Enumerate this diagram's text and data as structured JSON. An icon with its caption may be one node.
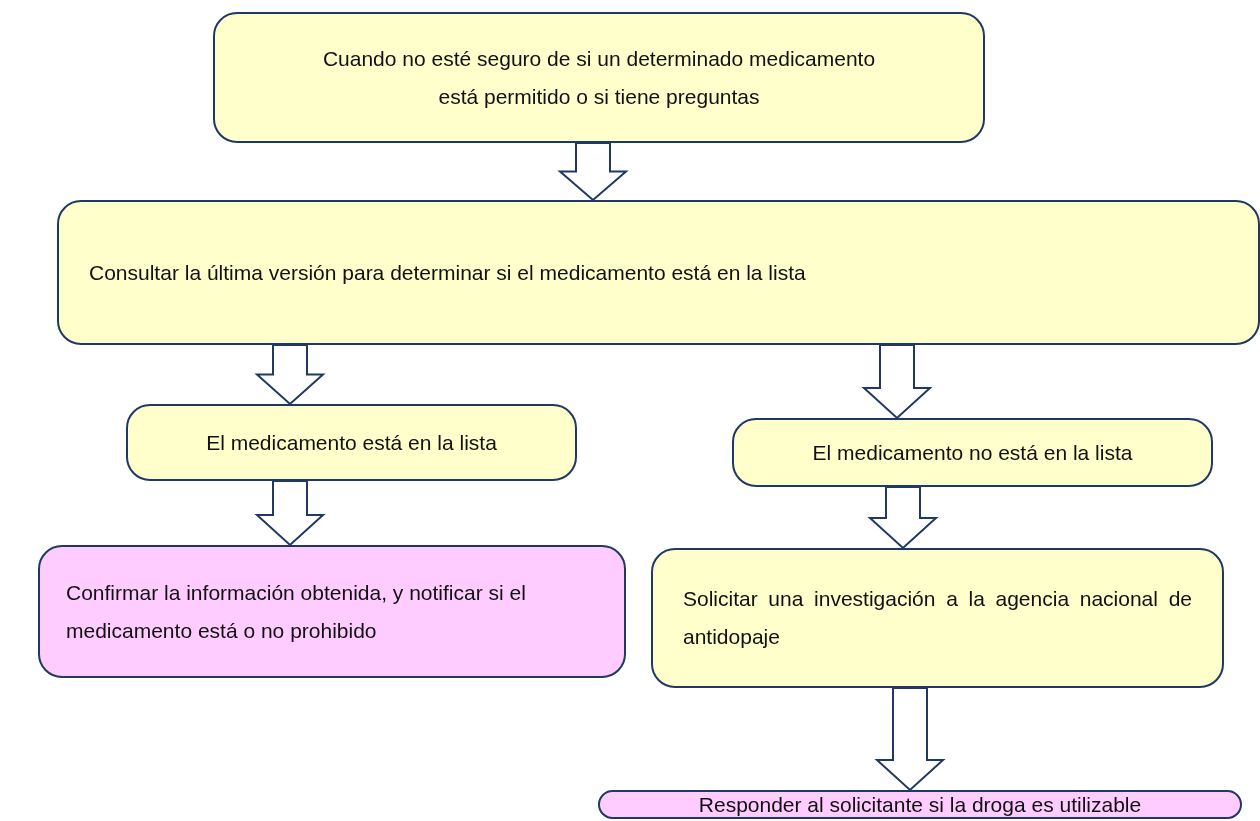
{
  "diagram": {
    "nodes": [
      {
        "text": [
          "Cuando no esté seguro de si un determinado medicamento está permitido o si tiene preguntas"
        ]
      },
      {
        "text": [
          "Consultar la última versión para determinar si el medicamento está en la lista"
        ]
      },
      {
        "text": [
          "El medicamento está en la lista"
        ]
      },
      {
        "text": [
          "El medicamento no está en la lista"
        ]
      },
      {
        "text": [
          "Confirmar la información obtenida, y notificar si el medicamento está o no prohibido"
        ]
      },
      {
        "text": [
          "Solicitar una investigación a la agencia nacional de antidopaje"
        ]
      },
      {
        "text": [
          "Responder al solicitante si la droga es utilizable"
        ]
      }
    ],
    "edges": [
      {
        "from": 0,
        "to": 1,
        "arrow": "to"
      },
      {
        "from": 1,
        "to": 2,
        "arrow": "to"
      },
      {
        "from": 1,
        "to": 3,
        "arrow": "to"
      },
      {
        "from": 2,
        "to": 4,
        "arrow": "to"
      },
      {
        "from": 3,
        "to": 5,
        "arrow": "to"
      },
      {
        "from": 5,
        "to": 6,
        "arrow": "to"
      }
    ]
  }
}
